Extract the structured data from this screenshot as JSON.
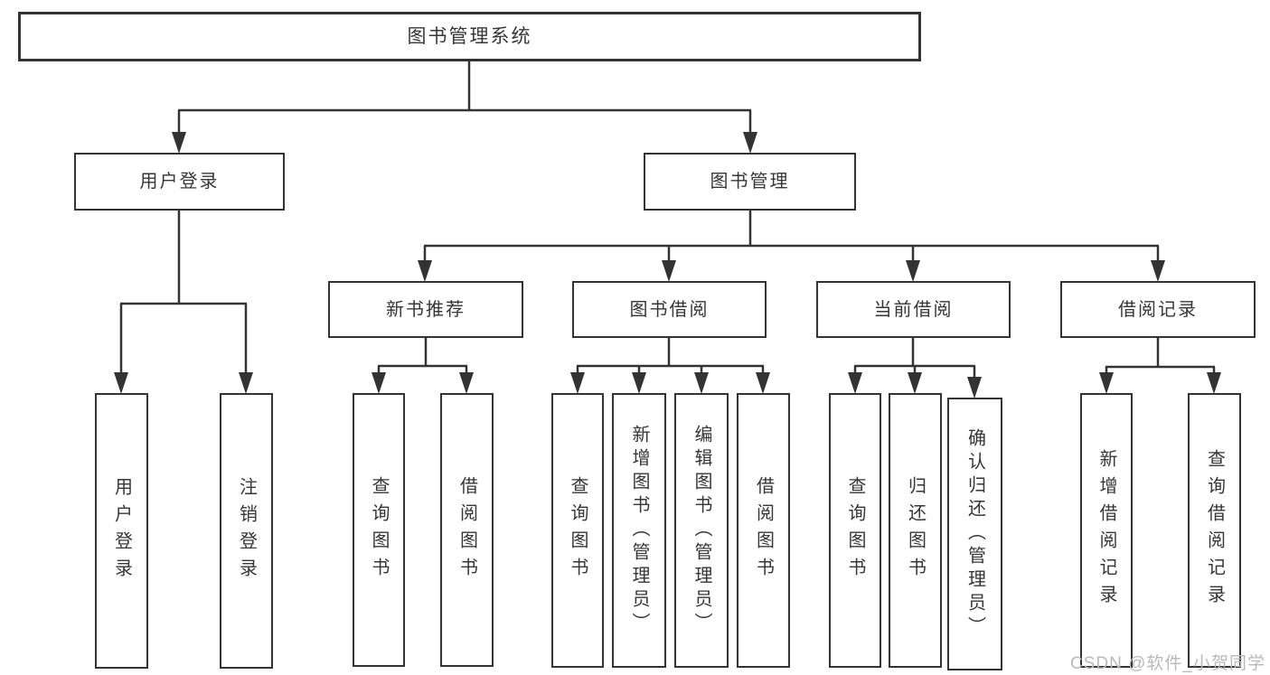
{
  "diagram": {
    "root": {
      "label": "图书管理系统"
    },
    "level2": [
      {
        "label": "用户登录"
      },
      {
        "label": "图书管理"
      }
    ],
    "user_login_children": [
      {
        "label": "用户登录"
      },
      {
        "label": "注销登录"
      }
    ],
    "book_mgmt_children": [
      {
        "label": "新书推荐"
      },
      {
        "label": "图书借阅"
      },
      {
        "label": "当前借阅"
      },
      {
        "label": "借阅记录"
      }
    ],
    "new_book_children": [
      {
        "label": "查询图书"
      },
      {
        "label": "借阅图书"
      }
    ],
    "book_borrow_children": [
      {
        "label": "查询图书"
      },
      {
        "label": "新增图书（管理员）"
      },
      {
        "label": "编辑图书（管理员）"
      },
      {
        "label": "借阅图书"
      }
    ],
    "current_borrow_children": [
      {
        "label": "查询图书"
      },
      {
        "label": "归还图书"
      },
      {
        "label": "确认归还（管理员）"
      }
    ],
    "borrow_record_children": [
      {
        "label": "新增借阅记录"
      },
      {
        "label": "查询借阅记录"
      }
    ],
    "watermark": "CSDN @软件_小贺同学",
    "colors": {
      "line": "#333333",
      "text": "#363636",
      "watermark": "#b9b9b9",
      "background": "#ffffff"
    }
  }
}
